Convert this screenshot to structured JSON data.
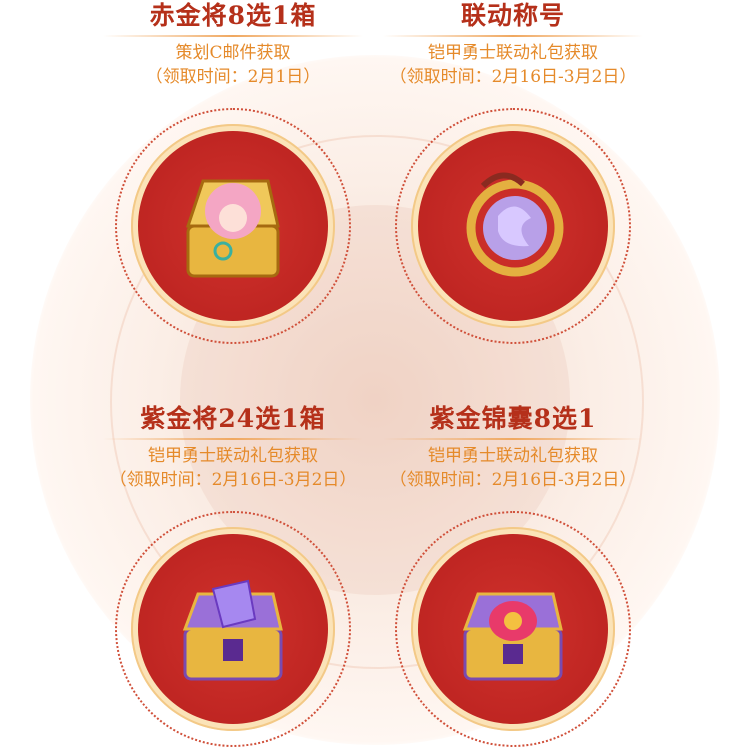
{
  "items": [
    {
      "title": "赤金将8选1箱",
      "source": "策划C邮件获取",
      "time": "（领取时间：2月1日）",
      "icon": "gold-chest-pink-hair-icon"
    },
    {
      "title": "联动称号",
      "source": "铠甲勇士联动礼包获取",
      "time": "（领取时间：2月16日-3月2日）",
      "icon": "dragon-title-badge-icon"
    },
    {
      "title": "紫金将24选1箱",
      "source": "铠甲勇士联动礼包获取",
      "time": "（领取时间：2月16日-3月2日）",
      "icon": "purple-gold-chest-icon"
    },
    {
      "title": "紫金锦囊8选1",
      "source": "铠甲勇士联动礼包获取",
      "time": "（领取时间：2月16日-3月2日）",
      "icon": "purple-gold-pouch-chest-icon"
    }
  ],
  "colors": {
    "title": "#b5301a",
    "sub": "#e58a2a",
    "circle": "#c0261f"
  }
}
